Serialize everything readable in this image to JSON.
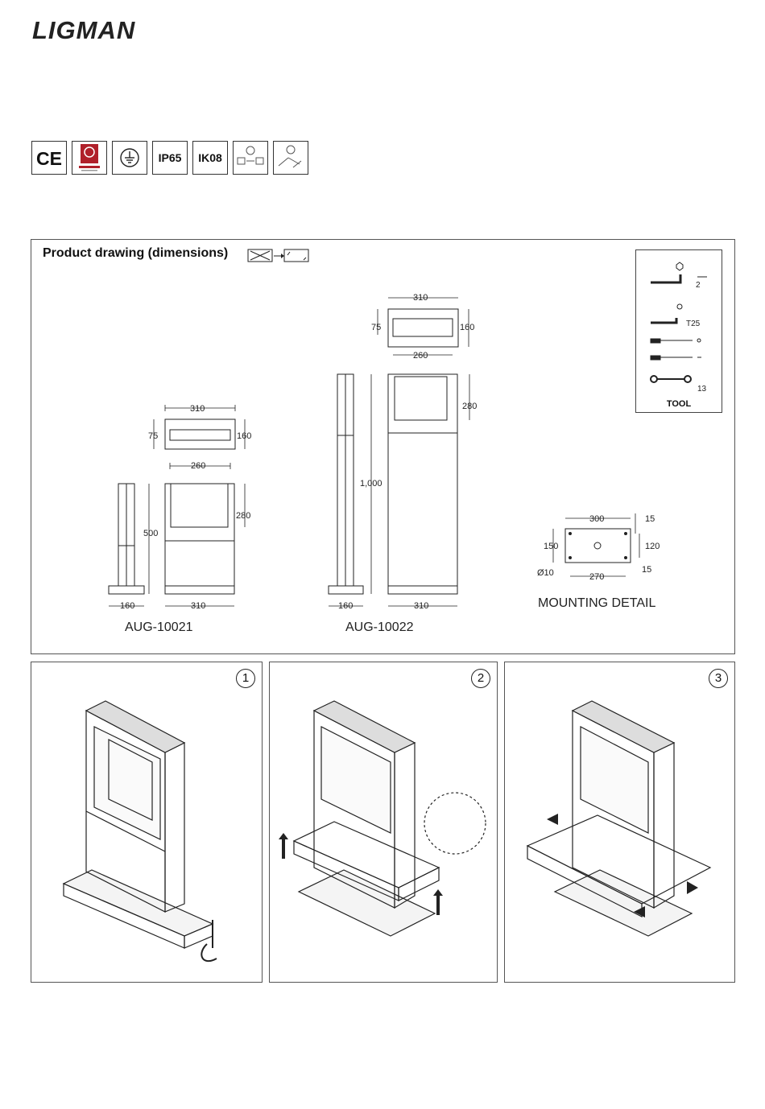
{
  "brand": {
    "name": "LIGMAN"
  },
  "badges": [
    {
      "type": "ce-mark-icon",
      "label": "CE"
    },
    {
      "type": "quality-seal-icon",
      "label": ""
    },
    {
      "type": "earth-ground-icon",
      "label": ""
    },
    {
      "type": "text",
      "label": "IP65"
    },
    {
      "type": "text",
      "label": "IK08"
    },
    {
      "type": "install-direction-icon",
      "label": ""
    },
    {
      "type": "wiring-icon",
      "label": ""
    }
  ],
  "product_drawing": {
    "title": "Product drawing (dimensions)",
    "models": [
      {
        "code": "AUG-10021",
        "height": "500",
        "base_depth": "160",
        "base_width": "310",
        "head_width": "310",
        "head_inner": "260",
        "head_depth": "75",
        "head_side": "160",
        "window_height": "280"
      },
      {
        "code": "AUG-10022",
        "height": "1,000",
        "base_depth": "160",
        "base_width": "310",
        "head_width": "310",
        "head_inner": "260",
        "head_depth": "75",
        "head_side": "160",
        "window_height": "280"
      }
    ],
    "mounting": {
      "label": "MOUNTING DETAIL",
      "width": "300",
      "height": "150",
      "hole_spacing_x": "270",
      "hole_spacing_y": "120",
      "edge_a": "15",
      "edge_b": "15",
      "hole_dia": "Ø10"
    },
    "tools": {
      "label": "TOOL",
      "items": [
        {
          "name": "hex-key-icon",
          "size": "2"
        },
        {
          "name": "torx-key-icon",
          "size": "T25"
        },
        {
          "name": "phillips-screwdriver-icon",
          "size": ""
        },
        {
          "name": "flat-screwdriver-icon",
          "size": ""
        },
        {
          "name": "wrench-icon",
          "size": "13"
        }
      ]
    }
  },
  "steps": [
    {
      "number": "1"
    },
    {
      "number": "2"
    },
    {
      "number": "3"
    }
  ]
}
